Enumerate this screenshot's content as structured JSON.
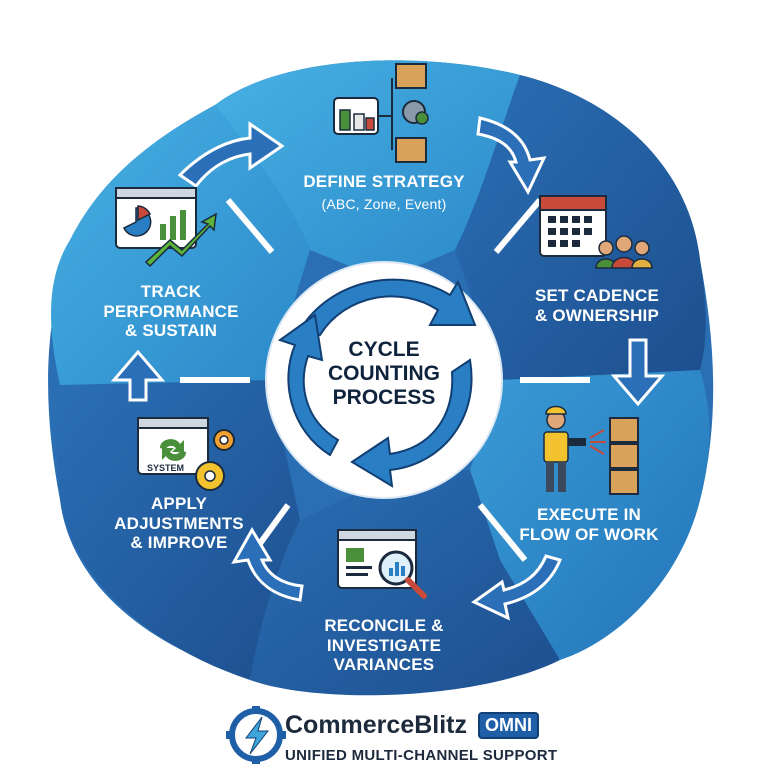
{
  "center": {
    "line1": "CYCLE",
    "line2": "COUNTING",
    "line3": "PROCESS"
  },
  "steps": [
    {
      "id": "define",
      "line1": "DEFINE STRATEGY",
      "line2": "(ABC, Zone, Event)",
      "icon": "inventory-boxes-icon"
    },
    {
      "id": "cadence",
      "line1": "SET CADENCE",
      "line2": "& OWNERSHIP",
      "icon": "calendar-team-icon"
    },
    {
      "id": "execute",
      "line1": "EXECUTE IN",
      "line2": "FLOW OF WORK",
      "icon": "worker-scanner-icon"
    },
    {
      "id": "reconcile",
      "line1": "RECONCILE &",
      "line2": "INVESTIGATE",
      "line3": "VARIANCES",
      "icon": "magnifier-report-icon"
    },
    {
      "id": "apply",
      "line1": "APPLY",
      "line2": "ADJUSTMENTS",
      "line3": "& IMPROVE",
      "icon": "system-gear-icon",
      "icon_text": "SYSTEM"
    },
    {
      "id": "track",
      "line1": "TRACK",
      "line2": "PERFORMANCE",
      "line3": "& SUSTAIN",
      "icon": "performance-chart-icon"
    }
  ],
  "brand": {
    "name": "CommerceBlitz",
    "badge": "OMNI",
    "tagline": "UNIFIED MULTI-CHANNEL SUPPORT"
  },
  "colors": {
    "dark_blue": "#1f5ea6",
    "mid_blue": "#2a7fc4",
    "light_blue": "#3fa6dc",
    "arrow_blue": "#2a6fb8",
    "text_dark": "#10233d",
    "white": "#ffffff"
  }
}
